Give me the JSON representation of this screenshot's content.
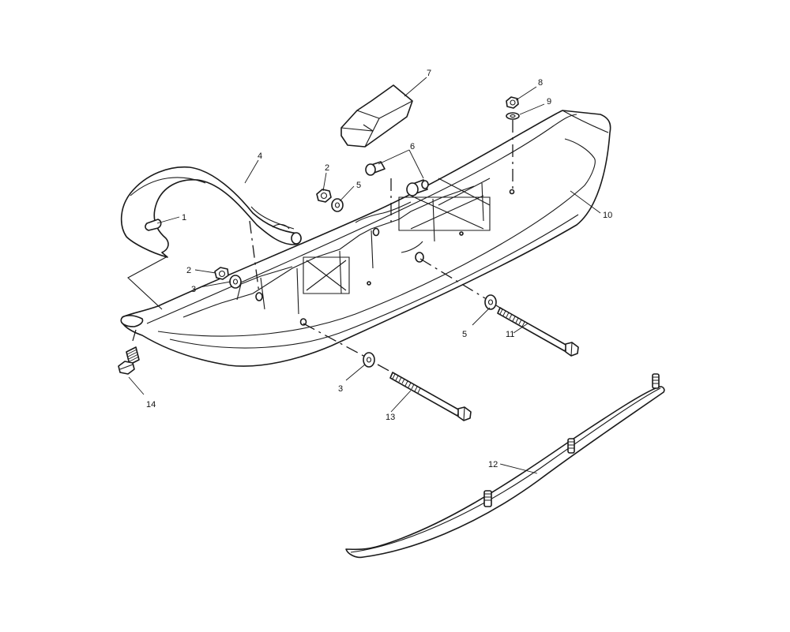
{
  "callouts": {
    "c1": "1",
    "c2a": "2",
    "c2b": "2",
    "c3a": "3",
    "c3b": "3",
    "c4": "4",
    "c5a": "5",
    "c5b": "5",
    "c6": "6",
    "c7": "7",
    "c8": "8",
    "c9": "9",
    "c10": "10",
    "c11": "11",
    "c12": "12",
    "c13": "13",
    "c14": "14"
  }
}
